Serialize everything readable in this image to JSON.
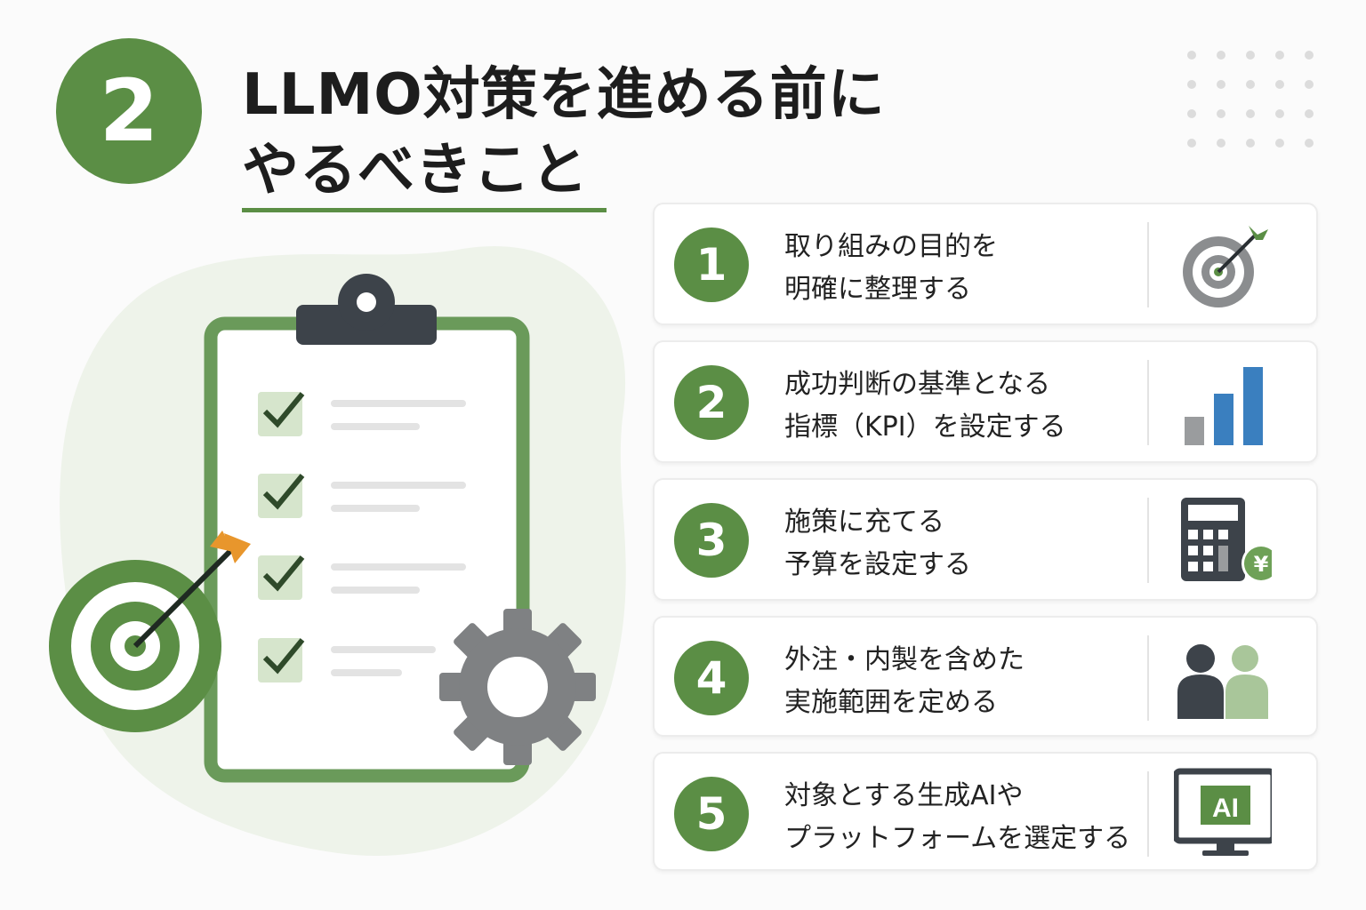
{
  "header": {
    "badge_number": "2",
    "title_line1": "LLMO対策を進める前に",
    "title_line2": "やるべきこと"
  },
  "steps": [
    {
      "number": "1",
      "line1": "取り組みの目的を",
      "line2": "明確に整理する",
      "icon": "target-icon"
    },
    {
      "number": "2",
      "line1": "成功判断の基準となる",
      "line2": "指標（KPI）を設定する",
      "icon": "bar-chart-icon"
    },
    {
      "number": "3",
      "line1": "施策に充てる",
      "line2": "予算を設定する",
      "icon": "calculator-yen-icon"
    },
    {
      "number": "4",
      "line1": "外注・内製を含めた",
      "line2": "実施範囲を定める",
      "icon": "people-icon"
    },
    {
      "number": "5",
      "line1": "対象とする生成AIや",
      "line2": "プラットフォームを選定する",
      "icon": "ai-monitor-icon"
    }
  ],
  "icons": {
    "yen": "¥",
    "ai": "AI"
  },
  "colors": {
    "green": "#5b8e45",
    "dark": "#3d434a",
    "gray": "#8b8d8f",
    "blue": "#3a7fbf",
    "light_green": "#a9c69a"
  }
}
